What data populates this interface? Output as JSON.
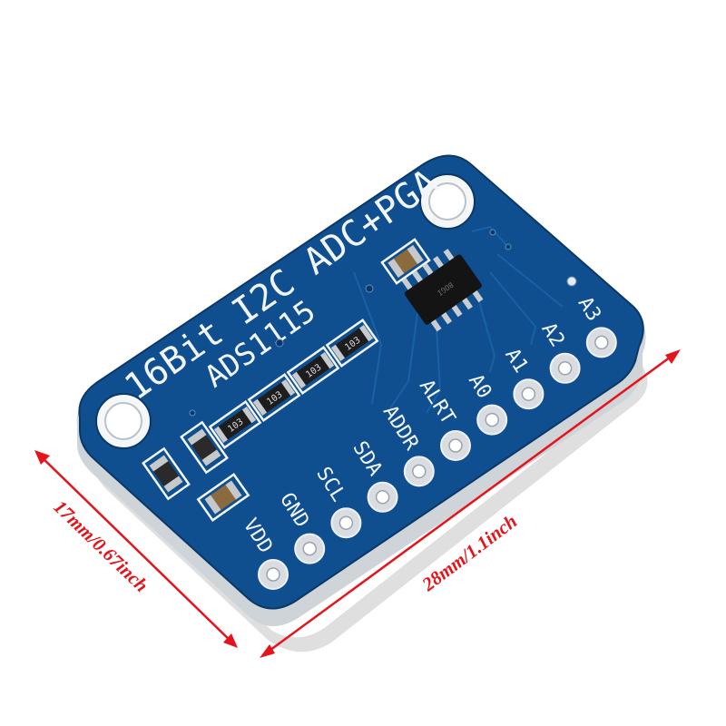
{
  "board": {
    "title_line": "16Bit I2C ADC+PGA",
    "model": "ADS1115",
    "chip_marking": "BOGI",
    "resistor_code": "103",
    "pins": [
      "VDD",
      "GND",
      "SCL",
      "SDA",
      "ADDR",
      "ALRT",
      "A0",
      "A1",
      "A2",
      "A3"
    ]
  },
  "dimensions": {
    "width_label": "17mm/0.67inch",
    "length_label": "28mm/1.1inch",
    "color": "#e5141b"
  },
  "colors": {
    "pcb": "#0f4f8f",
    "pcb_edge": "#0a3766",
    "silkscreen": "#f2f6fb",
    "pad": "#d9dde2"
  }
}
